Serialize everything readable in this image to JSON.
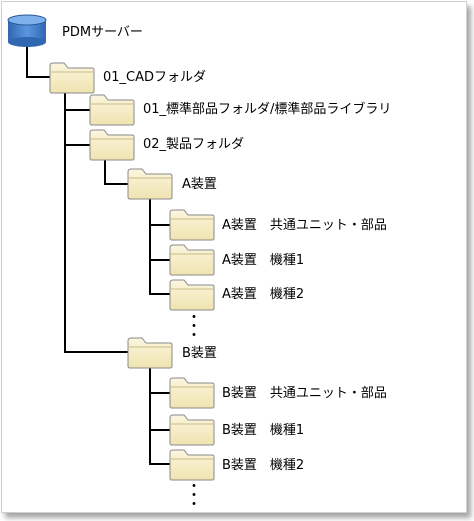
{
  "server": {
    "label": "PDMサーバー",
    "icon": "database-cylinder"
  },
  "folders": {
    "cad": "01_CADフォルダ",
    "standard": "01_標準部品フォルダ/標準部品ライブラリ",
    "product": "02_製品フォルダ",
    "device_a": "A装置",
    "a_common": "A装置　共通ユニット・部品",
    "a_model1": "A装置　機種1",
    "a_model2": "A装置　機種2",
    "device_b": "B装置",
    "b_common": "B装置　共通ユニット・部品",
    "b_model1": "B装置　機種1",
    "b_model2": "B装置　機種2"
  },
  "ellipsis": "・\n・\n・",
  "colors": {
    "folder_fill": "#f6eec6",
    "folder_stroke": "#8a8a8a",
    "server_fill": "#3e7cc7",
    "line": "#000000"
  }
}
